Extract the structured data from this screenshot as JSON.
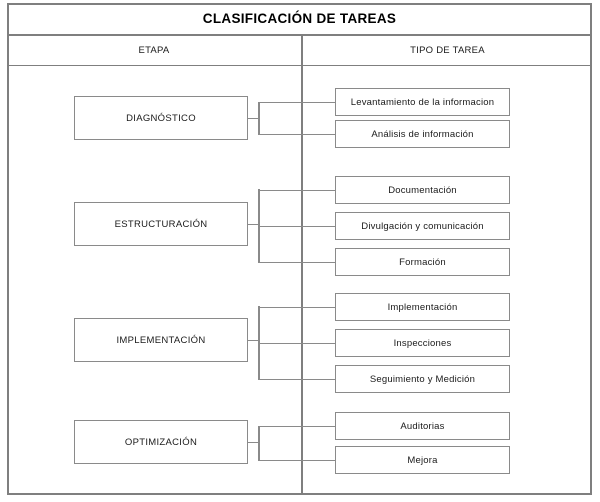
{
  "diagram": {
    "title": "CLASIFICACIÓN DE TAREAS",
    "columns": {
      "left_header": "ETAPA",
      "right_header": "TIPO DE TAREA"
    },
    "colors": {
      "frame": "#7f7f7f",
      "node_border": "#8a8a8a",
      "text": "#1a1a1a",
      "background": "#ffffff"
    },
    "groups": [
      {
        "stage": "DIAGNÓSTICO",
        "tasks": [
          "Levantamiento de la informacion",
          "Análisis de información"
        ]
      },
      {
        "stage": "ESTRUCTURACIÓN",
        "tasks": [
          "Documentación",
          "Divulgación y comunicación",
          "Formación"
        ]
      },
      {
        "stage": "IMPLEMENTACIÓN",
        "tasks": [
          "Implementación",
          "Inspecciones",
          "Seguimiento y Medición"
        ]
      },
      {
        "stage": "OPTIMIZACIÓN",
        "tasks": [
          "Auditorias",
          "Mejora"
        ]
      }
    ]
  }
}
